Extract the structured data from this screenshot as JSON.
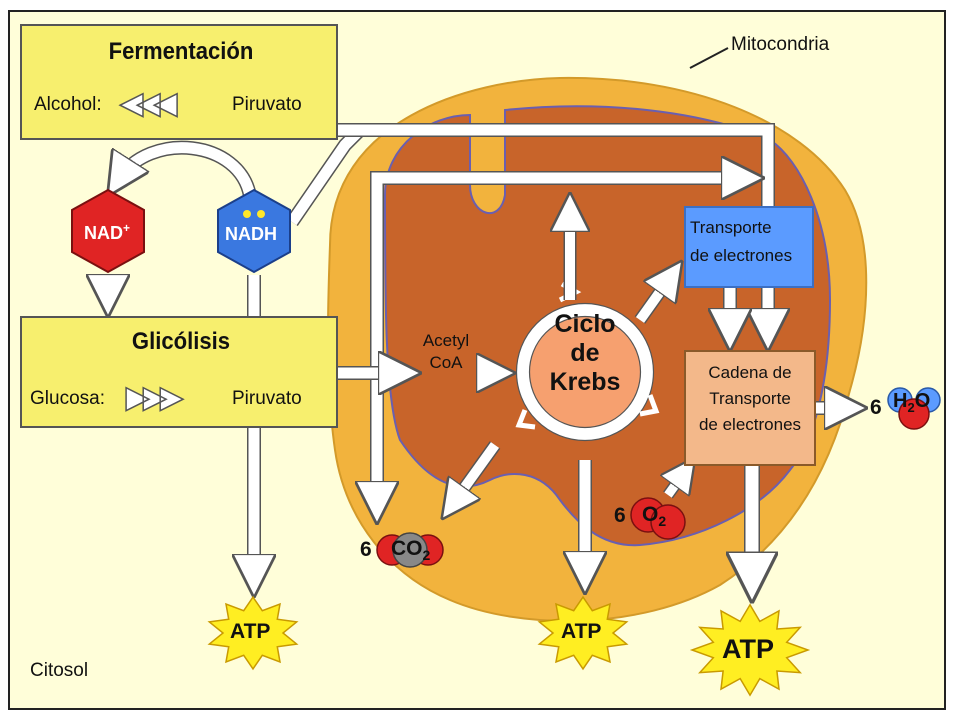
{
  "labels": {
    "mitocondria": "Mitocondria",
    "citosol": "Citosol",
    "fermentacion": "Fermentación",
    "alcohol": "Alcohol:",
    "piruvato_top": "Piruvato",
    "glicolisis": "Glicólisis",
    "glucosa": "Glucosa:",
    "piruvato_bottom": "Piruvato",
    "nad": "NAD",
    "nad_sup": "+",
    "nadh": "NADH",
    "acetyl": "Acetyl",
    "coa": "CoA",
    "ciclo": "Ciclo",
    "de": "de",
    "krebs": "Krebs",
    "transporte_line1": "Transporte",
    "transporte_line2": "de electrones",
    "cadena_line1": "Cadena de",
    "cadena_line2": "Transporte",
    "cadena_line3": "de electrones",
    "co2_coef": "6",
    "co2": "CO",
    "co2_sub": "2",
    "o2_coef": "6",
    "o2": "O",
    "o2_sub": "2",
    "h2o_coef": "6",
    "h2o_h": "H",
    "h2o_sub": "2",
    "h2o_o": "O",
    "atp_1": "ATP",
    "atp_2": "ATP",
    "atp_3": "ATP"
  },
  "colors": {
    "background": "#fffed9",
    "yellow_box": "#f7ef6e",
    "mito_outer": "#f2b33d",
    "mito_inner": "#c8642a",
    "krebs_fill": "#f6a06f",
    "transport_blue": "#5b9bff",
    "cadena_fill": "#f3b88a",
    "nad_red": "#e02424",
    "nadh_blue": "#3a78e0",
    "atp_burst": "#ffee22"
  }
}
